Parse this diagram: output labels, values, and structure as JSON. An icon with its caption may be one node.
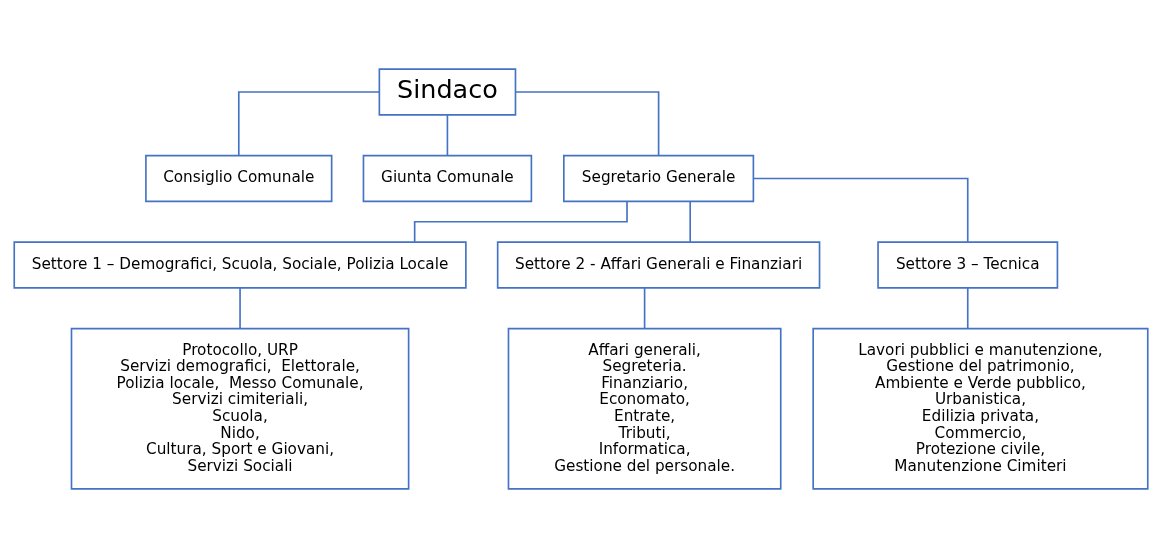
{
  "diagram": {
    "nodes": [
      {
        "text": [
          "Sindaco"
        ]
      },
      {
        "text": [
          "Consiglio Comunale"
        ]
      },
      {
        "text": [
          "Giunta Comunale"
        ]
      },
      {
        "text": [
          "Segretario Generale"
        ]
      },
      {
        "text": [
          "Settore 1 – Demografici, Scuola, Sociale, Polizia Locale"
        ]
      },
      {
        "text": [
          "Settore 2 - Affari Generali e Finanziari"
        ]
      },
      {
        "text": [
          "Settore 3 – Tecnica"
        ]
      },
      {
        "text": [
          "Protocollo, URP",
          "Servizi demografici,  Elettorale,",
          "Polizia locale,  Messo Comunale,",
          "Servizi cimiteriali,",
          "Scuola,",
          "Nido,",
          "Cultura, Sport e Giovani,",
          "Servizi Sociali"
        ]
      },
      {
        "text": [
          "Affari generali,",
          "Segreteria.",
          "Finanziario,",
          "Economato,",
          "Entrate,",
          "Tributi,",
          "Informatica,",
          "Gestione del personale."
        ]
      },
      {
        "text": [
          "Lavori pubblici e manutenzione,",
          "Gestione del patrimonio,",
          "Ambiente e Verde pubblico,",
          "Urbanistica,",
          "Edilizia privata,",
          "Commercio,",
          "Protezione civile,",
          "Manutenzione Cimiteri"
        ]
      }
    ],
    "edges": [
      {
        "from": 0,
        "to": 1,
        "arrow": "none"
      },
      {
        "from": 0,
        "to": 2,
        "arrow": "none"
      },
      {
        "from": 0,
        "to": 3,
        "arrow": "none"
      },
      {
        "from": 3,
        "to": 4,
        "arrow": "none"
      },
      {
        "from": 3,
        "to": 5,
        "arrow": "none"
      },
      {
        "from": 3,
        "to": 6,
        "arrow": "none"
      },
      {
        "from": 4,
        "to": 7,
        "arrow": "none"
      },
      {
        "from": 5,
        "to": 8,
        "arrow": "none"
      },
      {
        "from": 6,
        "to": 9,
        "arrow": "none"
      }
    ]
  }
}
